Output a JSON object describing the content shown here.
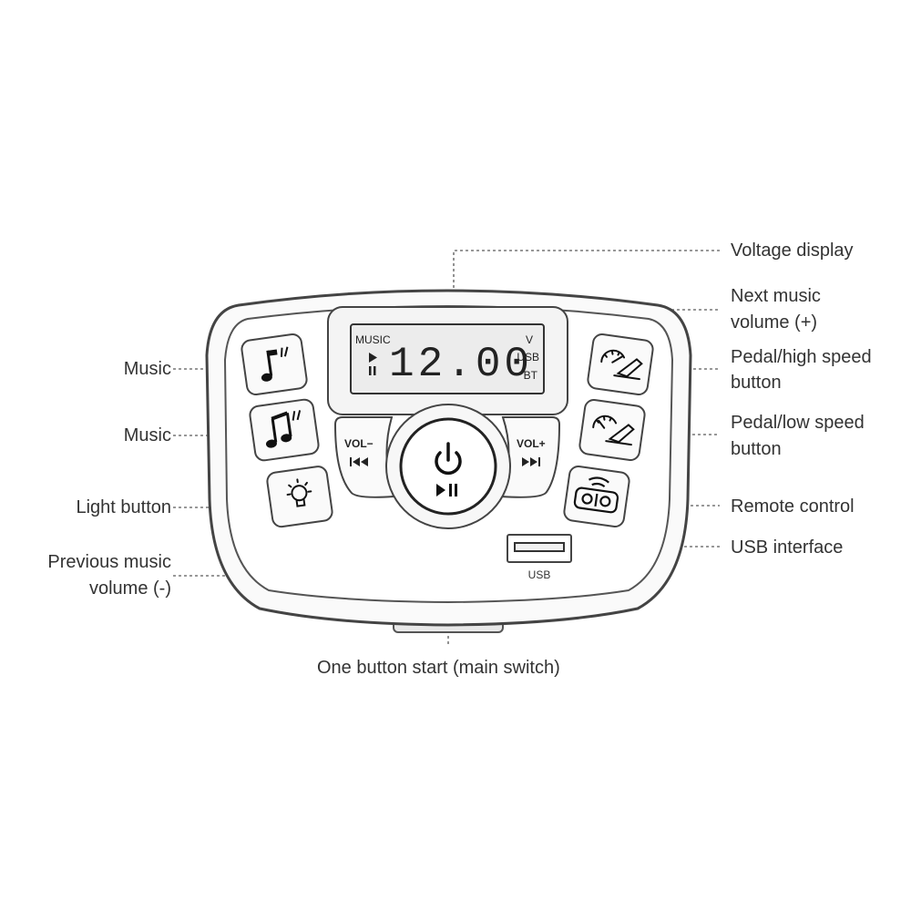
{
  "device": {
    "display": {
      "mode_label": "MUSIC",
      "digits": "12.00",
      "indicators": [
        "V",
        "USB",
        "BT"
      ]
    },
    "vol_minus_label": "VOL−",
    "vol_plus_label": "VOL+",
    "usb_port_label": "USB"
  },
  "callouts": {
    "voltage_display": "Voltage display",
    "next_music_line1": "Next music",
    "next_music_line2": "volume (+)",
    "pedal_high_line1": "Pedal/high speed",
    "pedal_high_line2": "button",
    "pedal_low_line1": "Pedal/low speed",
    "pedal_low_line2": "button",
    "remote_control": "Remote control",
    "usb_interface": "USB interface",
    "music_1": "Music",
    "music_2": "Music",
    "light_button": "Light button",
    "previous_music_line1": "Previous music",
    "previous_music_line2": "volume (-)",
    "one_button_start": "One button start (main switch)"
  },
  "icons": {
    "music_1": "single-note-icon",
    "music_2": "double-note-icon",
    "light": "light-bulb-icon",
    "pedal_high": "gauge-high-pedal-icon",
    "pedal_low": "gauge-low-pedal-icon",
    "remote": "remote-control-icon",
    "power": "power-icon",
    "play_pause": "play-pause-icon",
    "prev": "previous-track-icon",
    "next": "next-track-icon"
  }
}
